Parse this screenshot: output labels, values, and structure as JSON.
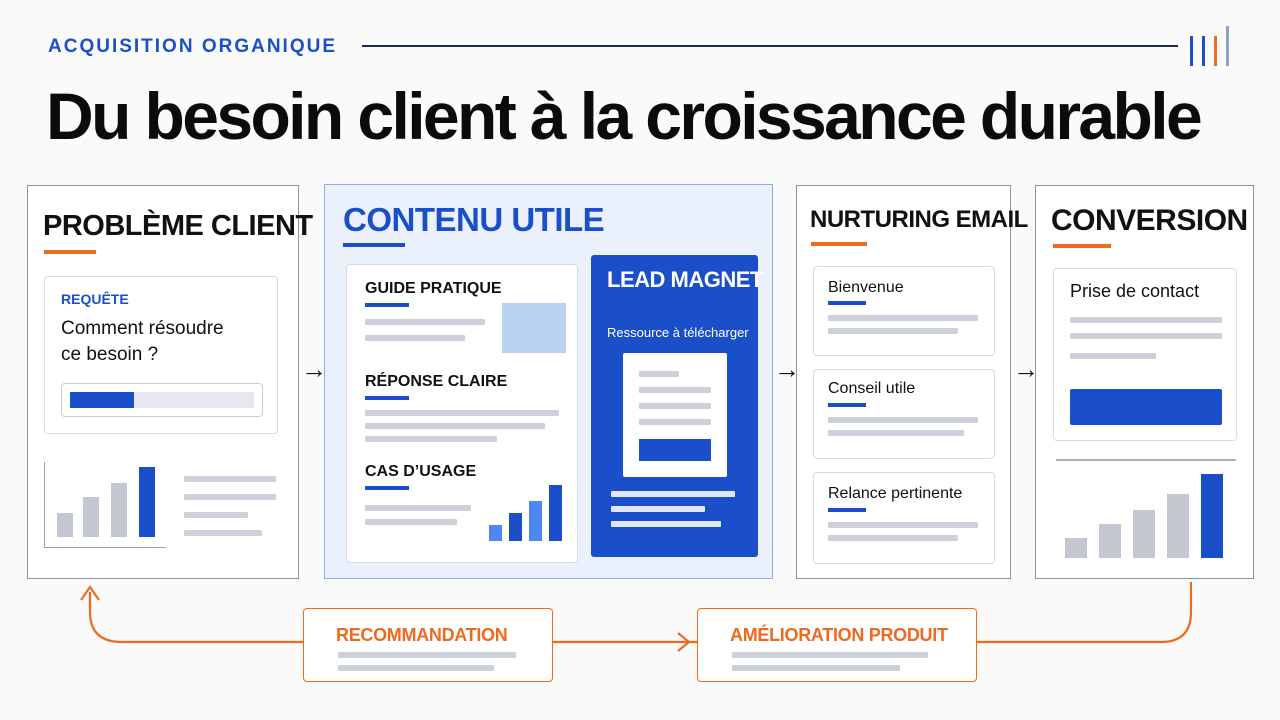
{
  "header": {
    "eyebrow": "ACQUISITION ORGANIQUE",
    "title": "Du besoin client à la croissance durable"
  },
  "colors": {
    "accent_blue": "#1b4fc9",
    "accent_orange": "#ee6a1c",
    "muted": "#c2c7d2"
  },
  "probleme": {
    "title": "PROBLÈME CLIENT",
    "card_label": "REQUÊTE",
    "question_line1": "Comment résoudre",
    "question_line2": "ce besoin ?",
    "search_progress": 0.35
  },
  "contenu": {
    "title": "CONTENU UTILE",
    "sections": [
      "GUIDE PRATIQUE",
      "RÉPONSE CLAIRE",
      "CAS D’USAGE"
    ],
    "lead_magnet": {
      "title": "LEAD MAGNET",
      "subtitle": "Ressource à télécharger"
    }
  },
  "nurturing": {
    "title": "NURTURING EMAIL",
    "emails": [
      "Bienvenue",
      "Conseil utile",
      "Relance pertinente"
    ]
  },
  "conversion": {
    "title": "CONVERSION",
    "form_title": "Prise de contact"
  },
  "loop": {
    "recommandation": "RECOMMANDATION",
    "amelioration": "AMÉLIORATION PRODUIT"
  },
  "icons": [
    "arrow-right-icon",
    "brand-bars-icon",
    "bar-chart-icon",
    "loop-arrow-icon"
  ]
}
